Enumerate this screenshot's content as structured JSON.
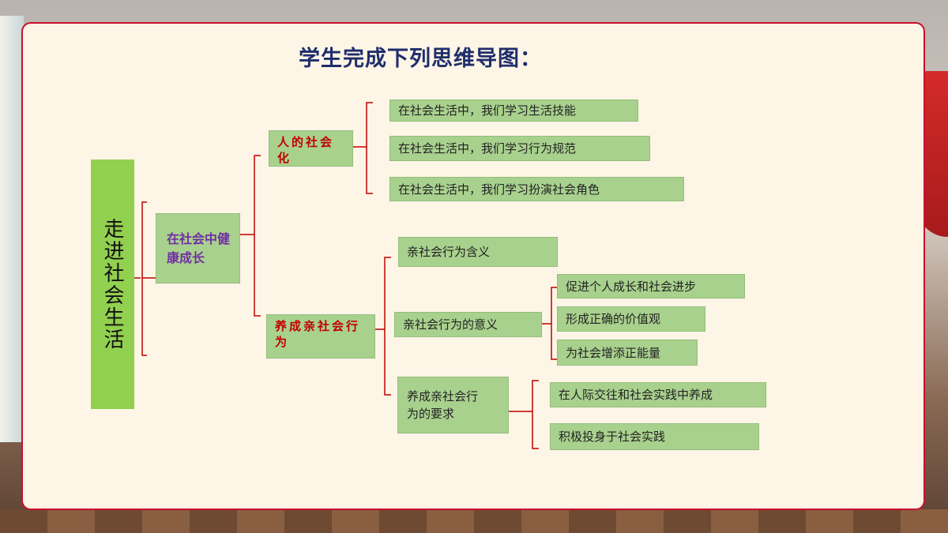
{
  "title": "学生完成下列思维导图：",
  "root": "走进社会生活",
  "main": "在社会中健康成长",
  "branch1": {
    "label": "人的社会化",
    "items": [
      "在社会生活中，我们学习生活技能",
      "在社会生活中，我们学习行为规范",
      "在社会生活中，我们学习扮演社会角色"
    ]
  },
  "branch2": {
    "label": "养成亲社会行为",
    "meaning_of_def": "亲社会行为含义",
    "significance": {
      "label": "亲社会行为的意义",
      "items": [
        "促进个人成长和社会进步",
        "形成正确的价值观",
        "为社会增添正能量"
      ]
    },
    "requirement": {
      "label": "养成亲社会行为的要求",
      "items": [
        "在人际交往和社会实践中养成",
        "积极投身于社会实践"
      ]
    }
  },
  "colors": {
    "root_fill": "#92d050",
    "node_fill": "#a9d18e",
    "connector": "#c00000",
    "title_color": "#1f2d6b",
    "main_text": "#7030a0",
    "branch_text": "#c00000"
  }
}
